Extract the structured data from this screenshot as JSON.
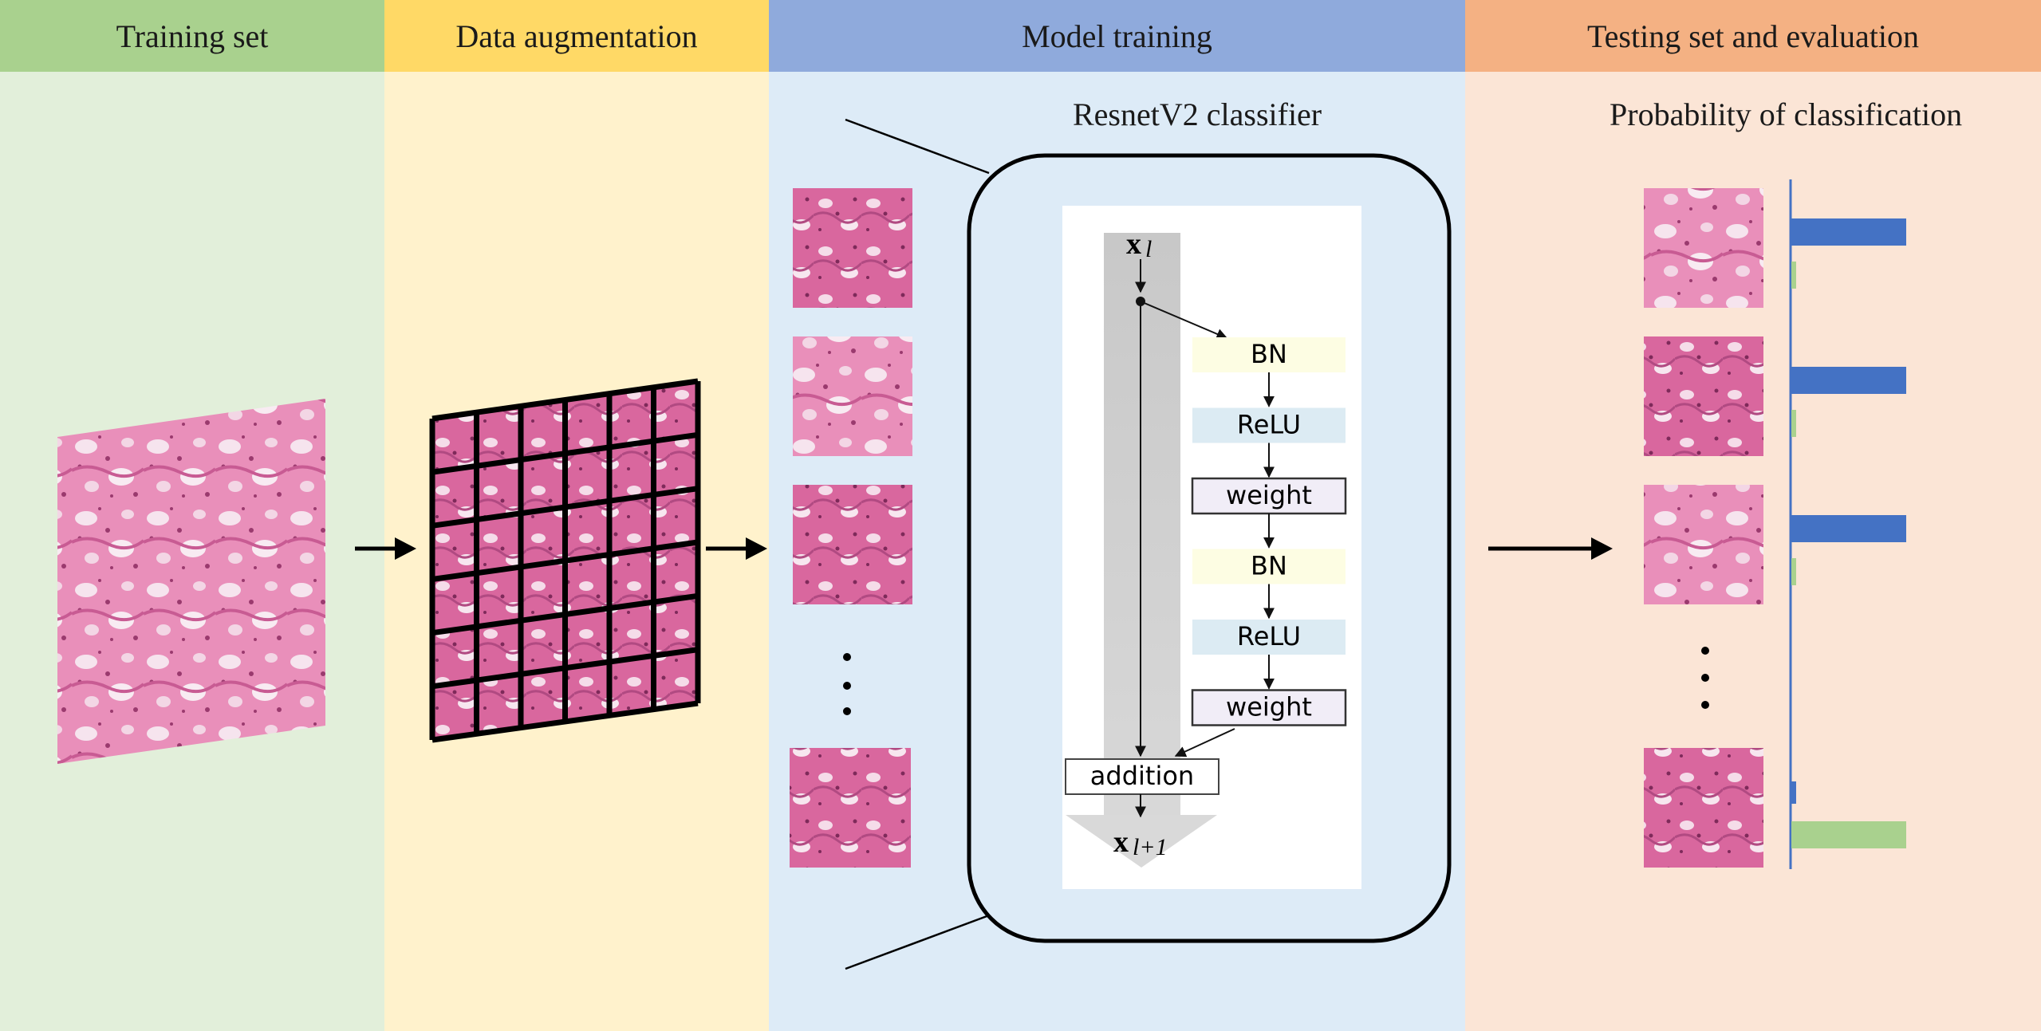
{
  "columns": [
    {
      "id": "training",
      "title": "Training set"
    },
    {
      "id": "augmentation",
      "title": "Data augmentation"
    },
    {
      "id": "model",
      "title": "Model training"
    },
    {
      "id": "testing",
      "title": "Testing set and evaluation"
    }
  ],
  "classifier_title": "ResnetV2 classifier",
  "probability_title": "Probability of classification",
  "resnet_block": {
    "input_label": "x",
    "input_sub": "l",
    "output_label": "x",
    "output_sub": "l+1",
    "layers": [
      "BN",
      "ReLU",
      "weight",
      "BN",
      "ReLU",
      "weight"
    ],
    "addition_label": "addition"
  },
  "colors": {
    "tissue_pink": "#e07aa8",
    "tissue_dark": "#b84a80",
    "bar_blue": "#4472c4",
    "bar_green": "#a9d18e",
    "bn_fill": "#fdfde3",
    "relu_fill": "#dcebf3",
    "weight_fill": "#f1edf7"
  },
  "chart_data": {
    "type": "bar",
    "title": "Probability of classification",
    "series": [
      {
        "color": "#4472c4",
        "values": [
          0.96,
          0.96,
          0.96,
          0.04
        ]
      },
      {
        "color": "#a9d18e",
        "values": [
          0.04,
          0.04,
          0.04,
          0.96
        ]
      }
    ]
  }
}
